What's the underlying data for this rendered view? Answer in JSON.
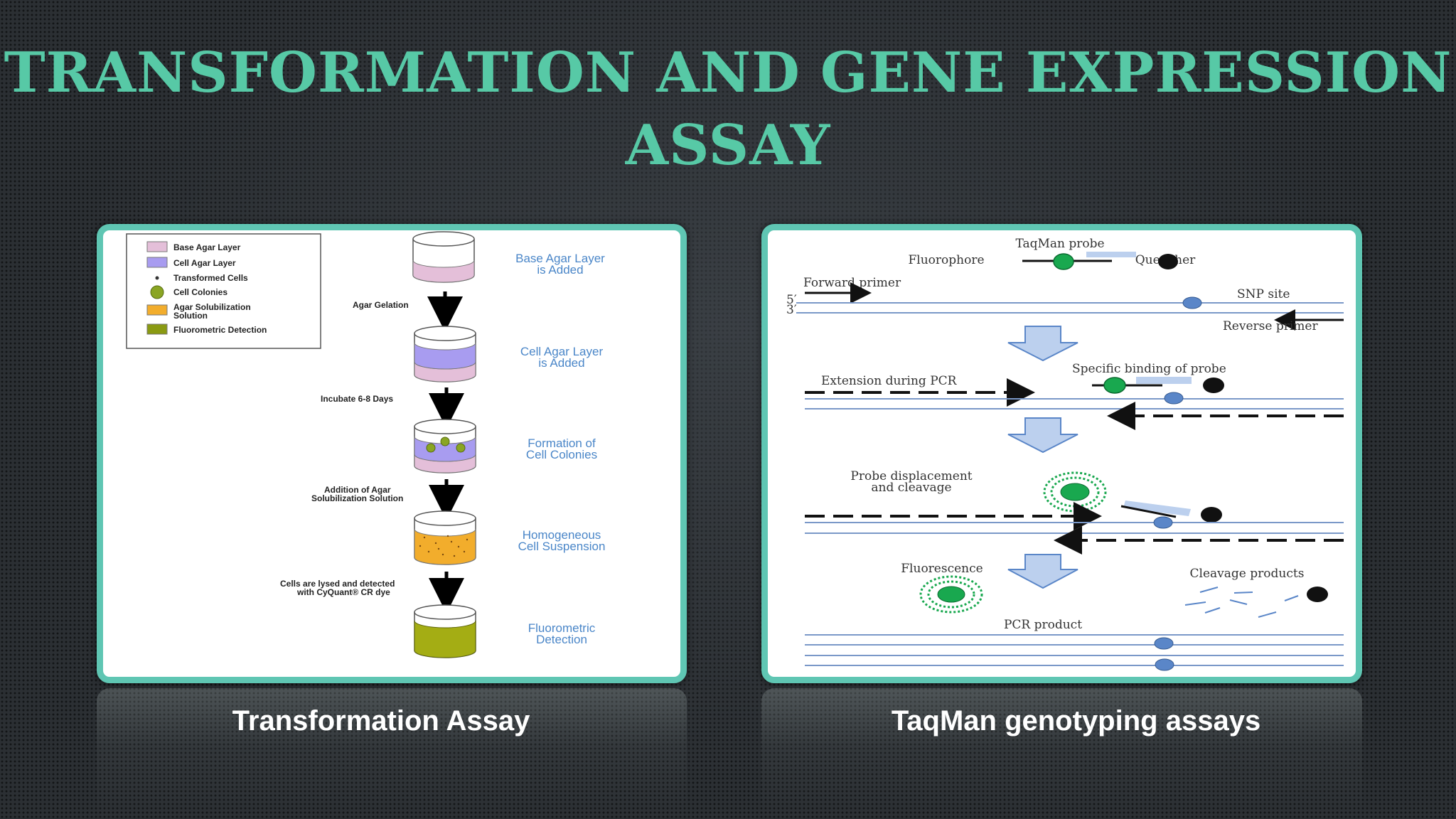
{
  "slide": {
    "title_line1": "TRANSFORMATION AND GENE EXPRESSION",
    "title_line2": "ASSAY",
    "accent_color": "#57c9a6",
    "panel_border_color": "#5fc6b3"
  },
  "left_panel": {
    "caption": "Transformation Assay",
    "legend": [
      {
        "label": "Base Agar Layer",
        "color": "#e4bfd9"
      },
      {
        "label": "Cell Agar Layer",
        "color": "#a89cf0"
      },
      {
        "label": "Transformed Cells",
        "color": "#333333"
      },
      {
        "label": "Cell Colonies",
        "color": "#8aa523"
      },
      {
        "label": "Agar Solubilization",
        "color": "#f2ad2c"
      },
      {
        "label": "Solution",
        "color": ""
      },
      {
        "label": "Fluorometric Detection",
        "color": "#8a9a12"
      }
    ],
    "steps": [
      {
        "line1": "Base Agar Layer",
        "line2": "is Added"
      },
      {
        "line1": "Cell Agar Layer",
        "line2": "is Added"
      },
      {
        "line1": "Formation of",
        "line2": "Cell Colonies"
      },
      {
        "line1": "Homogeneous",
        "line2": "Cell Suspension"
      },
      {
        "line1": "Fluorometric",
        "line2": "Detection"
      }
    ],
    "actions": [
      {
        "line1": "Agar Gelation",
        "line2": ""
      },
      {
        "line1": "Incubate 6-8 Days",
        "line2": ""
      },
      {
        "line1": "Addition of Agar",
        "line2": "Solubilization Solution"
      },
      {
        "line1": "Cells are lysed and detected",
        "line2": "with CyQuant® CR dye"
      }
    ]
  },
  "right_panel": {
    "caption": "TaqMan genotyping assays",
    "labels": {
      "probe": "TaqMan probe",
      "fluorophore": "Fluorophore",
      "quencher": "Quencher",
      "forward_primer": "Forward primer",
      "snp_site": "SNP site",
      "five_prime": "5′",
      "three_prime": "3′",
      "reverse_primer": "Reverse primer",
      "extension": "Extension during PCR",
      "specific_binding": "Specific binding of probe",
      "displacement_1": "Probe displacement",
      "displacement_2": "and cleavage",
      "fluorescence": "Fluorescence",
      "cleavage_products": "Cleavage products",
      "pcr_product": "PCR product"
    },
    "colors": {
      "fluorophore": "#19a84f",
      "quencher": "#111111",
      "strand": "#7a98c8",
      "arrow_fill": "#bcd0ee"
    }
  }
}
